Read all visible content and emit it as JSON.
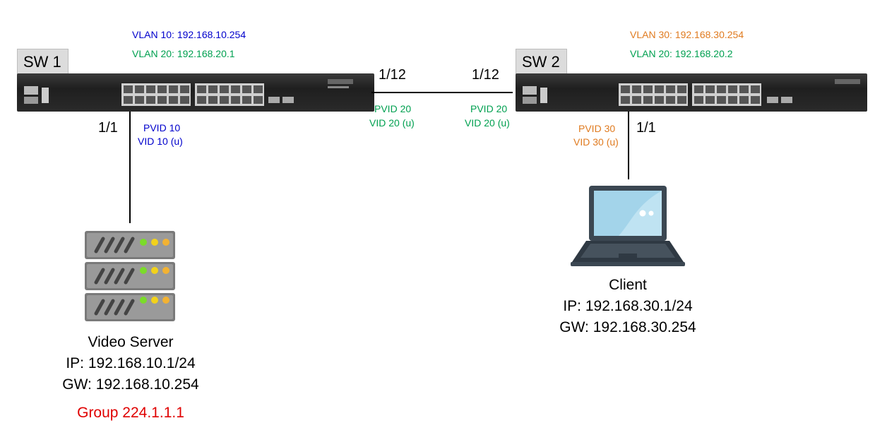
{
  "sw1": {
    "label": "SW 1",
    "vlan_a": "VLAN 10: 192.168.10.254",
    "vlan_b": "VLAN 20: 192.168.20.1",
    "port_down": "1/1",
    "port_down_pvid": "PVID 10",
    "port_down_vid": "VID 10 (u)",
    "port_trunk": "1/12",
    "port_trunk_pvid": "PVID 20",
    "port_trunk_vid": "VID 20 (u)"
  },
  "sw2": {
    "label": "SW 2",
    "vlan_a": "VLAN 30: 192.168.30.254",
    "vlan_b": "VLAN 20: 192.168.20.2",
    "port_down": "1/1",
    "port_down_pvid": "PVID 30",
    "port_down_vid": "VID 30 (u)",
    "port_trunk": "1/12",
    "port_trunk_pvid": "PVID 20",
    "port_trunk_vid": "VID 20 (u)"
  },
  "server": {
    "name": "Video Server",
    "ip": "IP: 192.168.10.1/24",
    "gw": "GW: 192.168.10.254",
    "group": "Group 224.1.1.1"
  },
  "client": {
    "name": "Client",
    "ip": "IP: 192.168.30.1/24",
    "gw": "GW: 192.168.30.254"
  },
  "colors": {
    "vlan10": "#0000cc",
    "vlan20": "#00a050",
    "vlan30": "#e07b20",
    "group": "#e00000"
  },
  "icons": {
    "switch": "switch-icon",
    "server": "server-icon",
    "client": "laptop-icon"
  }
}
